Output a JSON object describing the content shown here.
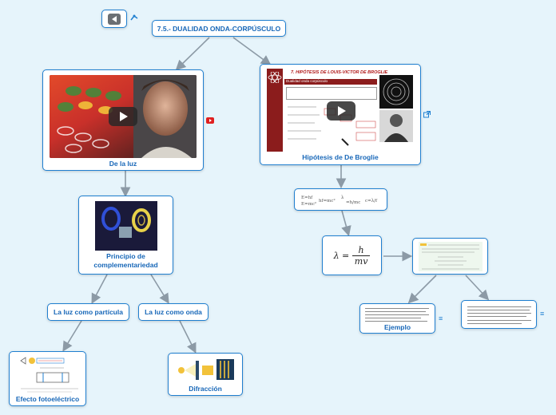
{
  "map": {
    "root_title": "7.5.- DUALIDAD ONDA-CORPÚSCULO",
    "nodes": {
      "de_la_luz": "De la luz",
      "hipotesis": "Hipótesis de De Broglie",
      "principio": "Principio de complementariedad",
      "particula": "La luz como partícula",
      "onda": "La luz como onda",
      "fotoelectrico": "Efecto fotoeléctrico",
      "difraccion": "Difracción",
      "ejemplo": "Ejemplo"
    },
    "slide": {
      "title": "7. HIPÓTESIS DE LOUIS-VICTOR DE BROGLIE",
      "bar_text": "Dualidad onda corpúsculo"
    },
    "thumbnails": {
      "fotoelectrico_caption": "Efecto fotoeléctrico"
    },
    "formula": {
      "lhs": "λ =",
      "num": "h",
      "den": "mv"
    }
  },
  "colors": {
    "background": "#e6f4fb",
    "node_border": "#1f7fd0",
    "label": "#1767b8",
    "connector": "#8c9aa6"
  },
  "icons": {
    "nav_back": "back-arrow-icon",
    "link": "external-link-icon",
    "youtube": "youtube-icon",
    "notes": "notes-icon"
  }
}
